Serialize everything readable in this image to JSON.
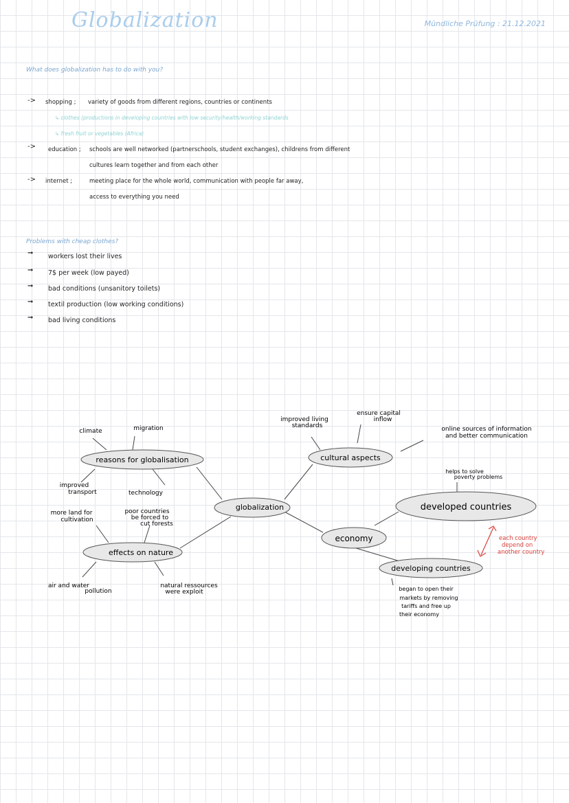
{
  "header": {
    "title": "Globalization",
    "date": "Mündliche Prüfung : 21.12.2021"
  },
  "section1": {
    "question": "What does globalization has to do with you?",
    "items": [
      {
        "arrow": "->",
        "label": "shopping ;",
        "text": "variety of goods from different regions, countries or continents"
      },
      {
        "sub": "↳ clothes (productions in developing countries with low security/health/working standards"
      },
      {
        "sub": "↳ fresh fruit or vegetables (Africa)"
      },
      {
        "arrow": "->",
        "label": "education ;",
        "text": "schools are well networked (partnerschools, student exchanges), childrens from different",
        "text2": "cultures learn together and from each other"
      },
      {
        "arrow": "->",
        "label": "internet ;",
        "text": "meeting place for the whole world, communication with people far away,",
        "text2": "access to everything you need"
      }
    ]
  },
  "section2": {
    "question": "Problems with cheap clothes?",
    "items": [
      "workers lost their lives",
      "7$ per week (low payed)",
      "bad conditions (unsanitory toilets)",
      "textil production (low working conditions)",
      "bad living conditions"
    ]
  },
  "mindmap": {
    "center": "globalization",
    "reasons": "reasons for globalisation",
    "climate": "climate",
    "migration": "migration",
    "improved_transport": [
      "improved",
      "transport"
    ],
    "technology": "technology",
    "effects": "effects on nature",
    "more_land": [
      "more land for",
      "cultivation"
    ],
    "poor_countries": [
      "poor countries",
      "be forced to",
      "cut forests"
    ],
    "air_water": [
      "air and water",
      "pollution"
    ],
    "natural_resources": [
      "natural ressources",
      "were exploit"
    ],
    "cultural": "cultural aspects",
    "improved_living": [
      "improved living",
      "standards"
    ],
    "ensure_capital": [
      "ensure capital",
      "inflow"
    ],
    "online_sources": [
      "online sources of information",
      "and better communication"
    ],
    "economy": "economy",
    "developed": "developed countries",
    "helps_solve": [
      "helps to solve",
      "poverty problems"
    ],
    "developing": "developing countries",
    "began_open": [
      "began to open their",
      "markets by removing",
      "tariffs and free up",
      "their economy"
    ],
    "each_country": [
      "each country",
      "depend on",
      "another country"
    ]
  }
}
